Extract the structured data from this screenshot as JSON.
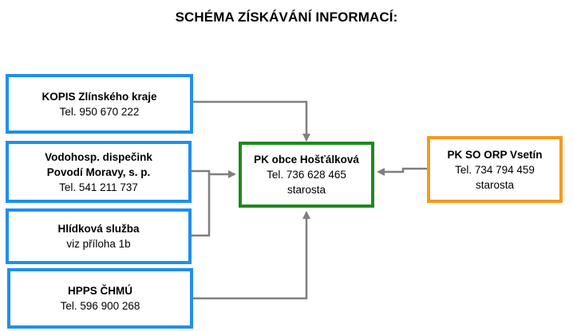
{
  "title": "SCHÉMA ZÍSKÁVÁNÍ INFORMACÍ:",
  "boxes": {
    "kopis": {
      "line1": "KOPIS Zlínského kraje",
      "line2": "Tel. 950 670 222",
      "color": "#1E8FF0"
    },
    "vodohosp": {
      "line1": "Vodohosp. dispečink",
      "line2": "Povodí Moravy, s. p.",
      "line3": "Tel. 541 211 737",
      "color": "#1E8FF0"
    },
    "hlidkova": {
      "line1": "Hlídková služba",
      "line2": "viz příloha 1b",
      "color": "#1E8FF0"
    },
    "hpps": {
      "line1": "HPPS ČHMÚ",
      "line2": "Tel. 596 900 268",
      "color": "#1E8FF0"
    },
    "pk_obce": {
      "line1": "PK obce Hošťálková",
      "line2": "Tel. 736 628 465",
      "line3": "starosta",
      "color": "#1E8A1E"
    },
    "pk_orp": {
      "line1": "PK SO ORP Vsetín",
      "line2": "Tel. 734 794 459",
      "line3": "starosta",
      "color": "#F59A1E"
    }
  },
  "connector_color": "#7F7F7F"
}
